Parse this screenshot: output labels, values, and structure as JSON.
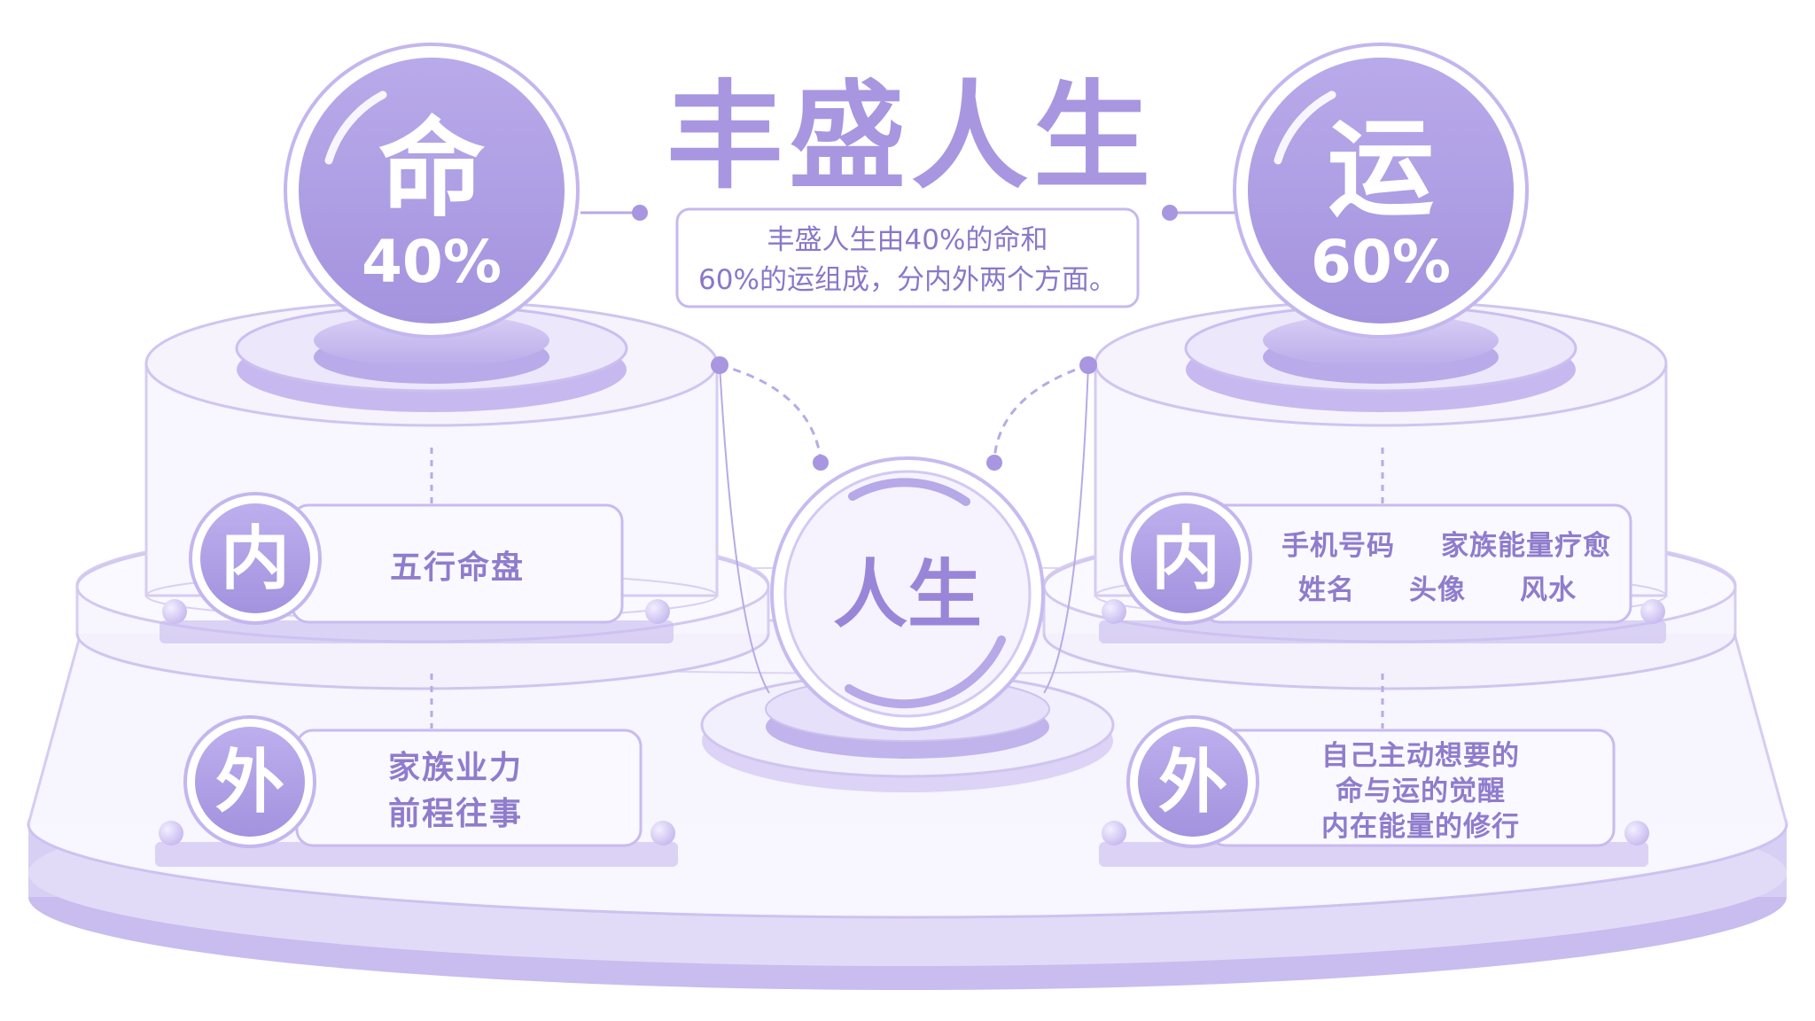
{
  "title": "丰盛人生",
  "description": {
    "line1": "丰盛人生由40%的命和",
    "line2": "60%的运组成，分内外两个方面。"
  },
  "ming": {
    "label": "命",
    "percent": "40%",
    "inner": {
      "badge": "内",
      "text": "五行命盘"
    },
    "outer": {
      "badge": "外",
      "lines": [
        "家族业力",
        "前程往事"
      ]
    }
  },
  "yun": {
    "label": "运",
    "percent": "60%",
    "inner": {
      "badge": "内",
      "items": [
        "手机号码",
        "家族能量疗愈",
        "姓名",
        "头像",
        "风水"
      ]
    },
    "outer": {
      "badge": "外",
      "lines": [
        "自己主动想要的",
        "命与运的觉醒",
        "内在能量的修行"
      ]
    }
  },
  "center": {
    "label": "人生"
  },
  "colors": {
    "accent": "#a896e0",
    "accent_dark": "#8f7ccc",
    "platform_fill": "#f6f3fd",
    "platform_edge": "#cfc5ef"
  }
}
